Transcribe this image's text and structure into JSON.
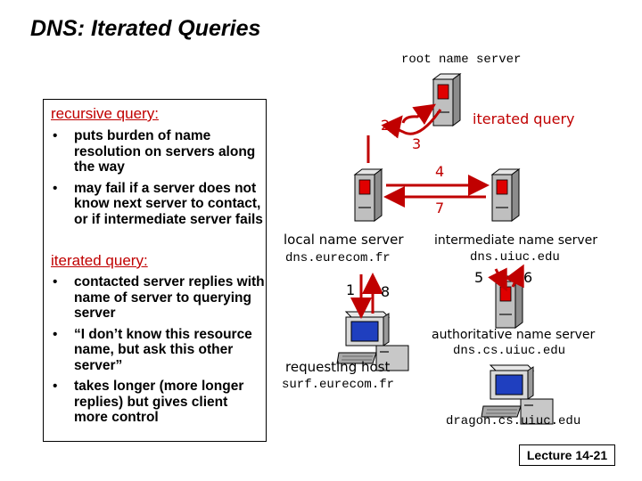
{
  "title": "DNS: Iterated Queries",
  "recursive": {
    "heading": "recursive query:",
    "bullets": [
      "puts burden of name resolution on servers along the way",
      "may fail if a server does not know next server to contact, or if intermediate server fails"
    ]
  },
  "iterated": {
    "heading": "iterated query:",
    "bullets": [
      "contacted server replies with name of server to querying server",
      "“I don’t know this resource name, but ask this other server”",
      "takes longer (more longer replies) but gives client more control"
    ]
  },
  "diagram": {
    "root_label": "root name server",
    "iterated_query_label": "iterated query",
    "local_label": "local name server",
    "local_host": "dns.eurecom.fr",
    "intermediate_label": "intermediate name server",
    "intermediate_host": "dns.uiuc.edu",
    "requesting_label": "requesting host",
    "requesting_host": "surf.eurecom.fr",
    "authoritative_label": "authoritative name server",
    "authoritative_host": "dns.cs.uiuc.edu",
    "target_host": "dragon.cs.uiuc.edu",
    "steps": [
      "1",
      "2",
      "3",
      "4",
      "5",
      "6",
      "7",
      "8"
    ]
  },
  "colors": {
    "accent": "#c00000",
    "server_body": "#bfbfbf",
    "server_panel": "#e00000"
  },
  "footer": "Lecture 14-21"
}
